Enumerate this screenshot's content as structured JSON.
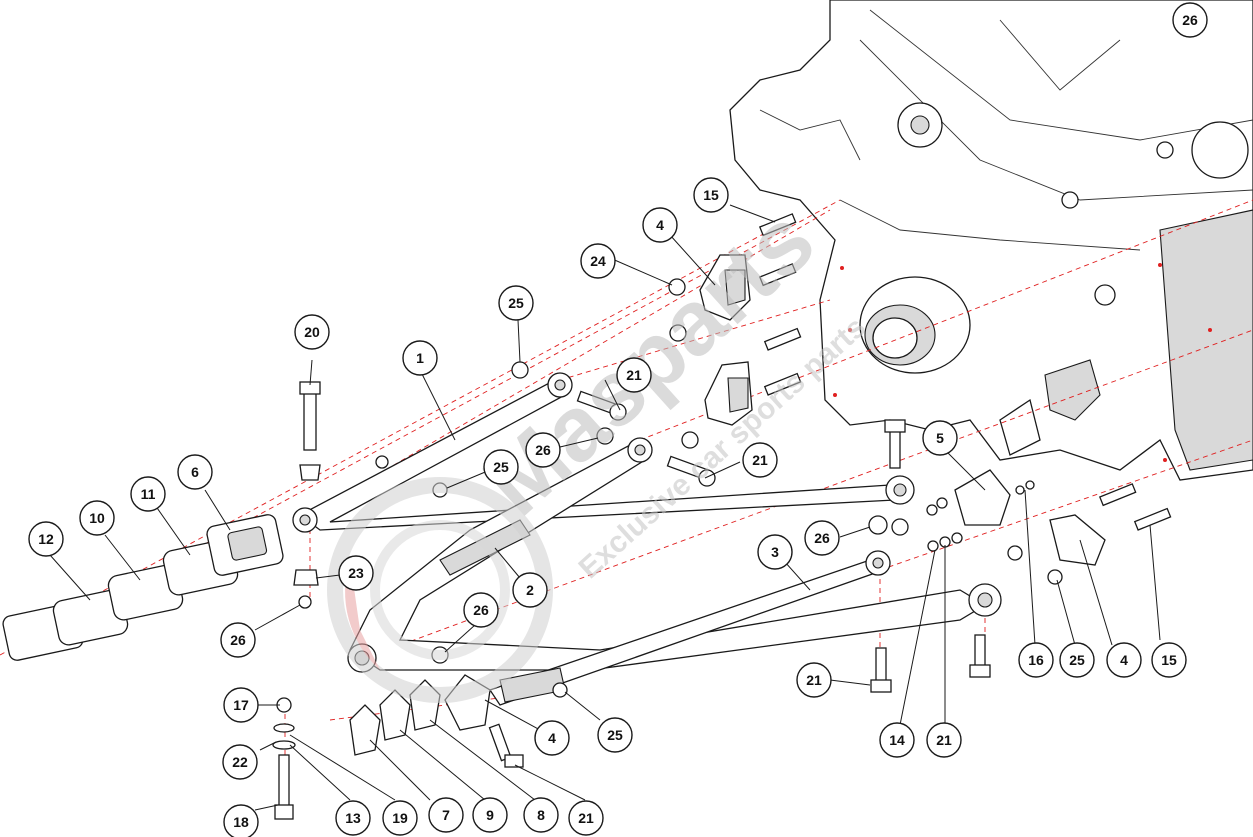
{
  "watermark": {
    "brand": "Masparts",
    "tagline": "Exclusive car sports parts",
    "brand_color": "#c8c8c8",
    "logo_color": "#e8a0a0"
  },
  "callouts": [
    "1",
    "2",
    "3",
    "4",
    "4",
    "4",
    "5",
    "6",
    "7",
    "8",
    "9",
    "10",
    "11",
    "12",
    "13",
    "14",
    "15",
    "15",
    "16",
    "17",
    "18",
    "19",
    "20",
    "21",
    "21",
    "21",
    "21",
    "21",
    "22",
    "23",
    "24",
    "25",
    "25",
    "25",
    "25",
    "26",
    "26",
    "26",
    "26",
    "26"
  ]
}
